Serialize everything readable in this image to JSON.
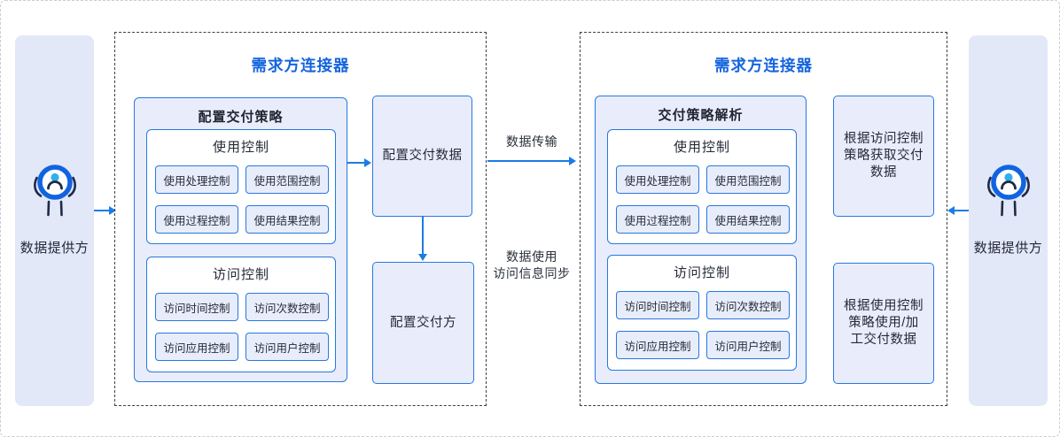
{
  "actors": {
    "left": {
      "label": "数据提供方"
    },
    "right": {
      "label": "数据提供方"
    }
  },
  "connectors": {
    "left": {
      "title": "需求方连接器",
      "policy": {
        "title": "配置交付策略",
        "usage": {
          "title": "使用控制",
          "items": [
            "使用处理控制",
            "使用范围控制",
            "使用过程控制",
            "使用结果控制"
          ]
        },
        "access": {
          "title": "访问控制",
          "items": [
            "访问时间控制",
            "访问次数控制",
            "访问应用控制",
            "访问用户控制"
          ]
        }
      },
      "data_box": "配置交付数据",
      "party_box": "配置交付方"
    },
    "right": {
      "title": "需求方连接器",
      "policy": {
        "title": "交付策略解析",
        "usage": {
          "title": "使用控制",
          "items": [
            "使用处理控制",
            "使用范围控制",
            "使用过程控制",
            "使用结果控制"
          ]
        },
        "access": {
          "title": "访问控制",
          "items": [
            "访问时间控制",
            "访问次数控制",
            "访问应用控制",
            "访问用户控制"
          ]
        }
      },
      "fetch_box": "根据访问控制策略获取交付数据",
      "process_box": "根据使用控制策略使用/加工交付数据"
    }
  },
  "flows": {
    "transfer": "数据传输",
    "sync_line1": "数据使用",
    "sync_line2": "访问信息同步"
  },
  "colors": {
    "accent_blue": "#1464dd",
    "border_blue": "#2878e0",
    "arrow_blue": "#1a7ce5",
    "panel_bg": "#e3e8f8",
    "box_bg": "#e9edfb",
    "item_bg": "#e7edfb",
    "icon_ring": "#1164e0",
    "icon_head": "#2fb0ec",
    "icon_body": "#1d2b47"
  }
}
